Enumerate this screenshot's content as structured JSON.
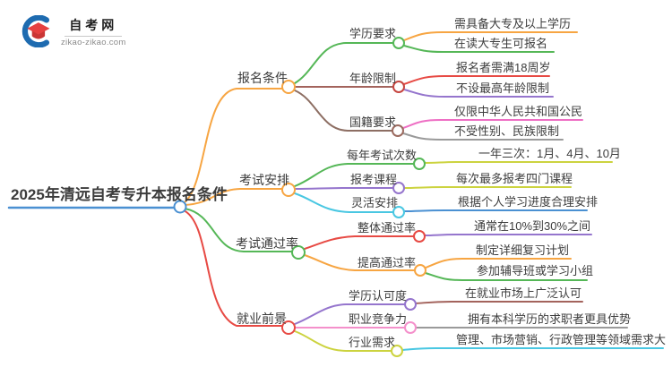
{
  "logo": {
    "title": "自考网",
    "subtitle": "zikao-zikao.com"
  },
  "mindmap": {
    "root": {
      "label": "2025年清远自考专升本报名条件"
    },
    "branches": [
      {
        "label": "报名条件",
        "children": [
          {
            "label": "学历要求",
            "leaves": [
              "需具备大专及以上学历",
              "在读大专生可报名"
            ]
          },
          {
            "label": "年龄限制",
            "leaves": [
              "报名者需满18周岁",
              "不设最高年龄限制"
            ]
          },
          {
            "label": "国籍要求",
            "leaves": [
              "仅限中华人民共和国公民",
              "不受性别、民族限制"
            ]
          }
        ]
      },
      {
        "label": "考试安排",
        "children": [
          {
            "label": "每年考试次数",
            "leaves": [
              "一年三次：1月、4月、10月"
            ]
          },
          {
            "label": "报考课程",
            "leaves": [
              "每次最多报考四门课程"
            ]
          },
          {
            "label": "灵活安排",
            "leaves": [
              "根据个人学习进度合理安排"
            ]
          }
        ]
      },
      {
        "label": "考试通过率",
        "children": [
          {
            "label": "整体通过率",
            "leaves": [
              "通常在10%到30%之间"
            ]
          },
          {
            "label": "提高通过率",
            "leaves": [
              "制定详细复习计划",
              "参加辅导班或学习小组"
            ]
          }
        ]
      },
      {
        "label": "就业前景",
        "children": [
          {
            "label": "学历认可度",
            "leaves": [
              "在就业市场上广泛认可"
            ]
          },
          {
            "label": "职业竞争力",
            "leaves": [
              "拥有本科学历的求职者更具优势"
            ]
          },
          {
            "label": "行业需求",
            "leaves": [
              "管理、市场营销、行政管理等领域需求大"
            ]
          }
        ]
      }
    ],
    "palette": {
      "root_blue": "#4a90d2",
      "orange": "#f7a542",
      "green": "#55b757",
      "red": "#e74a44",
      "maroon": "#a3635c",
      "maroon_node": "#c64540",
      "brown": "#8d6e63",
      "brown_node": "#9c6b60",
      "purple": "#9575cd",
      "pink": "#ee6fc4",
      "light_pink": "#f490cb",
      "gray": "#9a9a9a",
      "yellow_green": "#ccd33f",
      "cyan": "#49c7e2",
      "blue": "#4a90d2"
    }
  }
}
